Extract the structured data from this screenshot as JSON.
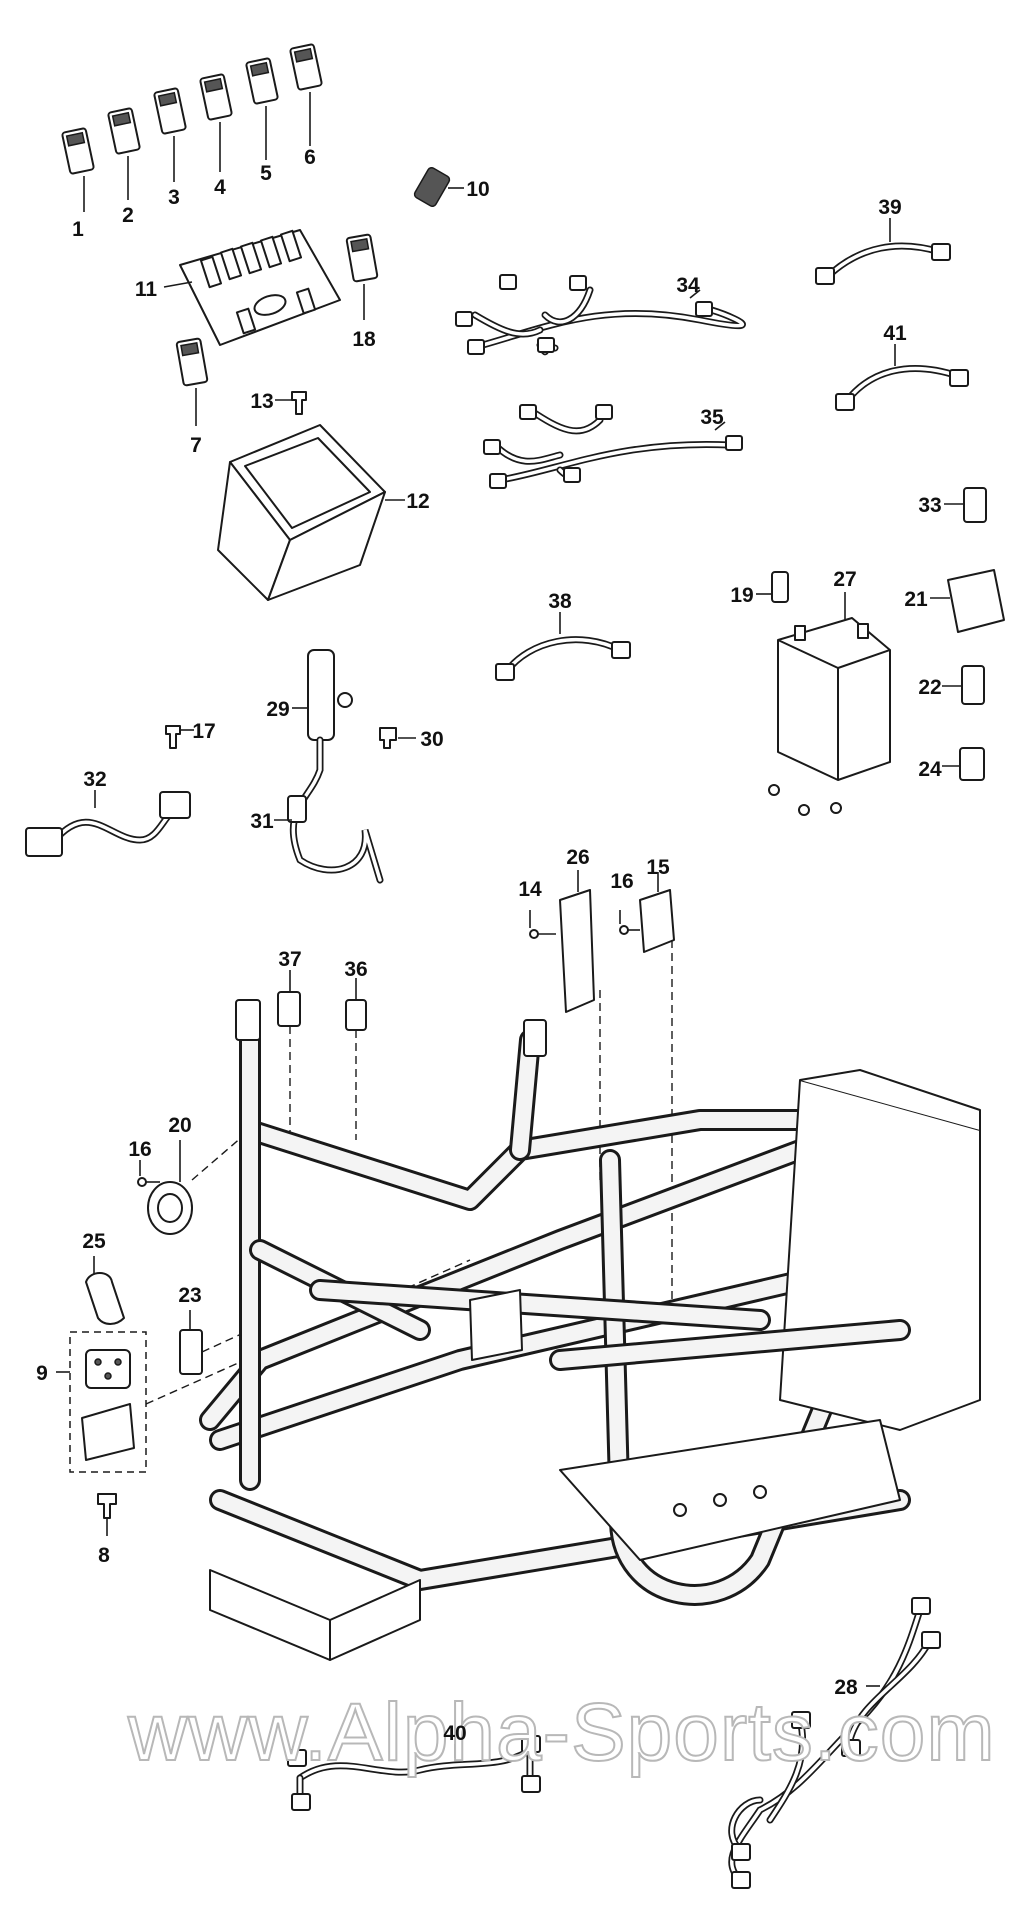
{
  "watermark": "www.Alpha-Sports.com",
  "callouts": {
    "c1": "1",
    "c2": "2",
    "c3": "3",
    "c4": "4",
    "c5": "5",
    "c6": "6",
    "c7": "7",
    "c8": "8",
    "c9": "9",
    "c10": "10",
    "c11": "11",
    "c12": "12",
    "c13": "13",
    "c14": "14",
    "c15": "15",
    "c16a": "16",
    "c16b": "16",
    "c17": "17",
    "c18": "18",
    "c19": "19",
    "c20": "20",
    "c21": "21",
    "c22": "22",
    "c23": "23",
    "c24": "24",
    "c25": "25",
    "c26": "26",
    "c27": "27",
    "c28": "28",
    "c29": "29",
    "c30": "30",
    "c31": "31",
    "c32": "32",
    "c33": "33",
    "c34": "34",
    "c35": "35",
    "c36": "36",
    "c37": "37",
    "c38": "38",
    "c39": "39",
    "c40": "40",
    "c41": "41"
  }
}
